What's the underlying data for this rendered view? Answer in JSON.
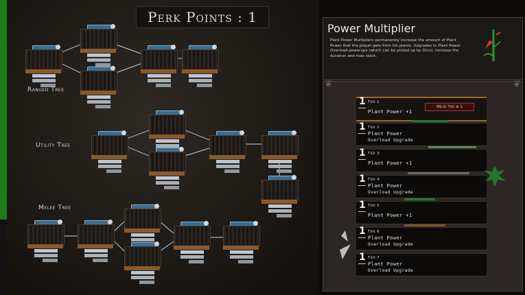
{
  "header": {
    "perk_points_label": "Perk Points : 1"
  },
  "trees": {
    "ranged": {
      "label": "Ranged Tree"
    },
    "utility": {
      "label": "Utility Tree"
    },
    "melee": {
      "label": "Melee Tree"
    }
  },
  "info_panel": {
    "title": "Power Multiplier",
    "description": "Plant Power Multipliers permanently increase the amount of Plant Power that the player gets from his plants. Upgrades to Plant Power Overload powerups (which can be picked up by Orcs), increase the duration and max stack.",
    "icon": "power-multiplier-glyph-icon"
  },
  "tiers": [
    {
      "count": "1",
      "tier": "Tier 1",
      "line1": "Plant Power +1",
      "line2": "",
      "active": true,
      "badge": "Melee Tier ≥ 1"
    },
    {
      "count": "1",
      "tier": "Tier 2",
      "line1": "Plant Power",
      "line2": "Overload Upgrade",
      "active": false
    },
    {
      "count": "1",
      "tier": "Tier 3",
      "line1": "Plant Power +1",
      "line2": "",
      "active": false
    },
    {
      "count": "1",
      "tier": "Tier 4",
      "line1": "Plant Power",
      "line2": "Overload Upgrade",
      "active": false
    },
    {
      "count": "1",
      "tier": "Tier 5",
      "line1": "Plant Power +1",
      "line2": "",
      "active": false
    },
    {
      "count": "1",
      "tier": "Tier 6",
      "line1": "Plant Power",
      "line2": "Overload Upgrade",
      "active": false
    },
    {
      "count": "1",
      "tier": "Tier 7",
      "line1": "Plant Power",
      "line2": "Overload Upgrade",
      "active": false
    }
  ],
  "colors": {
    "accent_gold": "#9a6a2b",
    "left_strip": "#1f7a1c",
    "tag_blue": "#3e6b8c"
  }
}
